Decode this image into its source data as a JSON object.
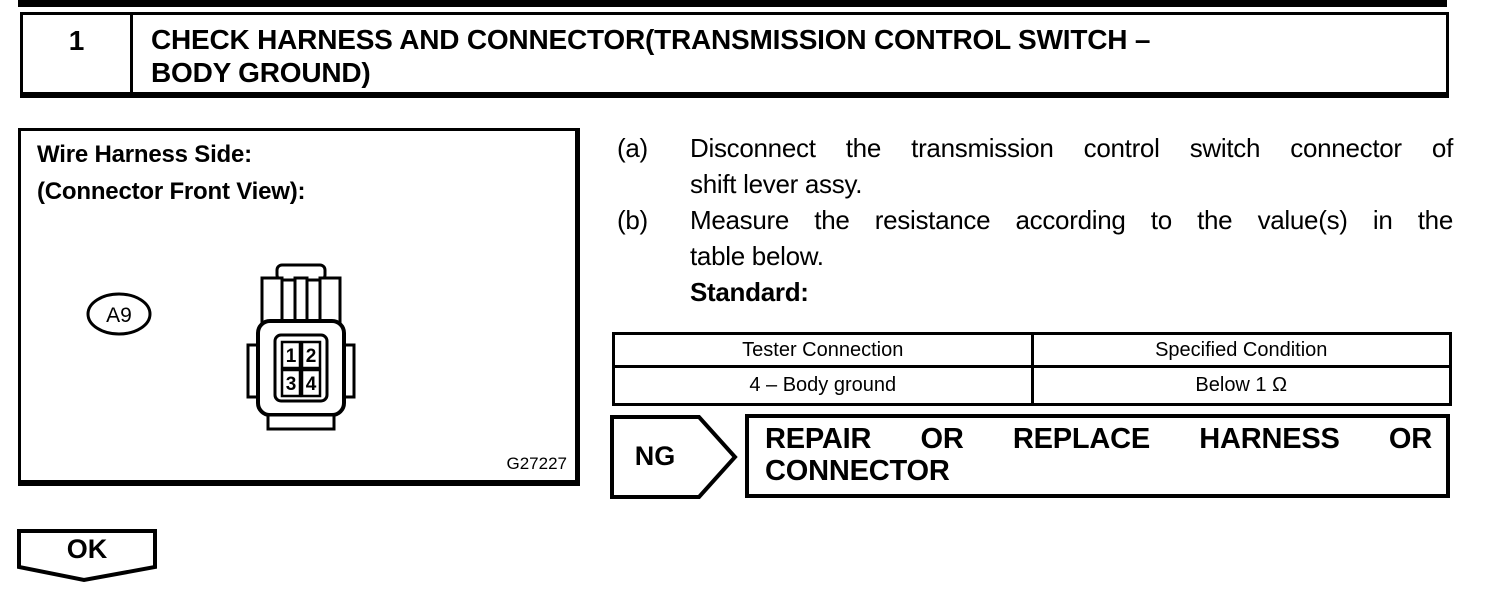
{
  "step": {
    "number": "1",
    "title_line1": "CHECK HARNESS AND CONNECTOR(TRANSMISSION CONTROL SWITCH –",
    "title_line2": "BODY GROUND)"
  },
  "figure": {
    "caption_line1": "Wire Harness Side:",
    "caption_line2": "(Connector Front View):",
    "connector_label": "A9",
    "pins": [
      "1",
      "2",
      "3",
      "4"
    ],
    "figure_code": "G27227"
  },
  "instructions": [
    {
      "label": "(a)",
      "lines": [
        "Disconnect the transmission control switch connector of",
        "shift lever assy."
      ]
    },
    {
      "label": "(b)",
      "lines": [
        "Measure the resistance according to the value(s) in the",
        "table below."
      ]
    }
  ],
  "standard_label": "Standard:",
  "spec_table": {
    "headers": [
      "Tester Connection",
      "Specified Condition"
    ],
    "rows": [
      [
        "4 – Body ground",
        "Below 1 Ω"
      ]
    ]
  },
  "ng": {
    "label": "NG",
    "action_line1": "REPAIR OR REPLACE HARNESS OR",
    "action_line2": "CONNECTOR"
  },
  "ok": {
    "label": "OK"
  },
  "colors": {
    "ink": "#000000",
    "paper": "#ffffff"
  }
}
